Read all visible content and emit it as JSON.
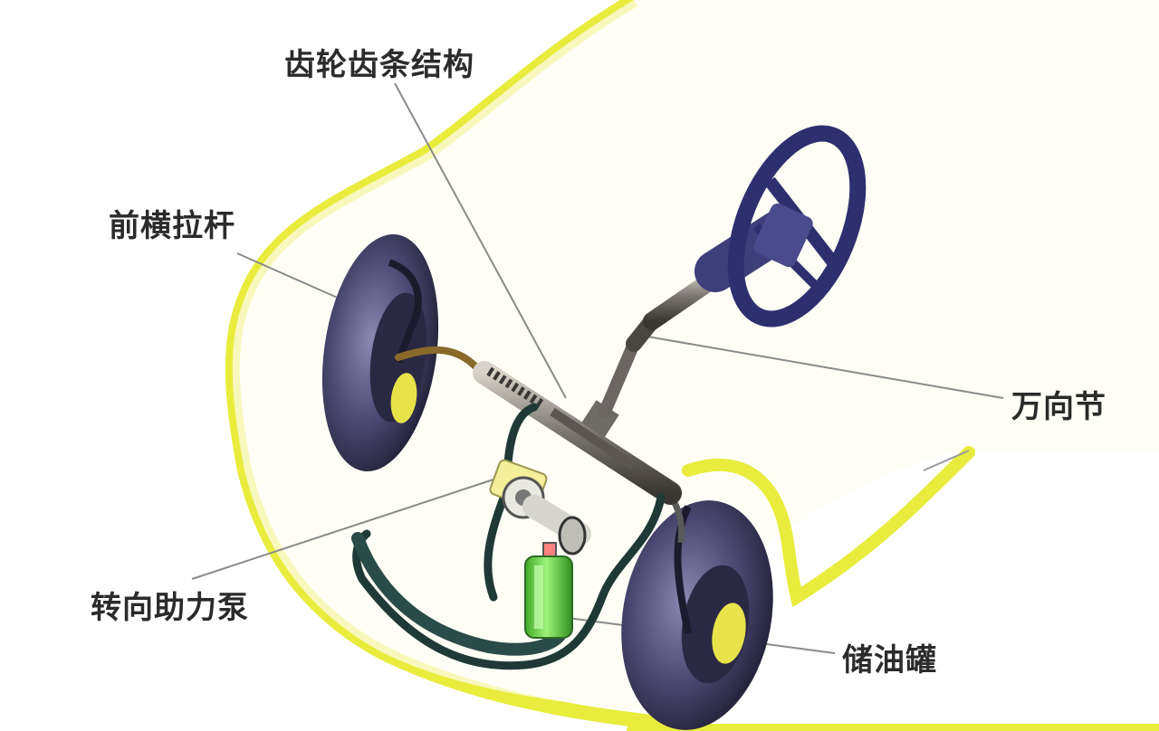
{
  "labels": {
    "rack_and_pinion": "齿轮齿条结构",
    "front_tie_rod": "前横拉杆",
    "universal_joint": "万向节",
    "power_steering_pump": "转向助力泵",
    "oil_reservoir": "储油罐"
  },
  "colors": {
    "body_outline": "#e6ea3a",
    "body_fill": "#fdfdf0",
    "tire": "#4a4870",
    "tire_dark": "#23223c",
    "steering_wheel": "#2e2f6e",
    "hose": "#1f3a36",
    "reservoir": "#6fd14a",
    "leader_line": "#8a8a8a"
  }
}
